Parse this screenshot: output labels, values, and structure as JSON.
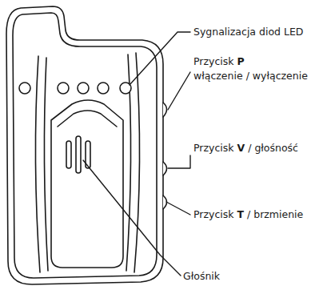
{
  "diagram": {
    "labels": [
      "Sygnalizacja diod LED",
      "Przycisk P włączenie / wyłączenie",
      "Przycisk V / głośność",
      "Przycisk T / brzmienie",
      "Głośnik"
    ]
  }
}
